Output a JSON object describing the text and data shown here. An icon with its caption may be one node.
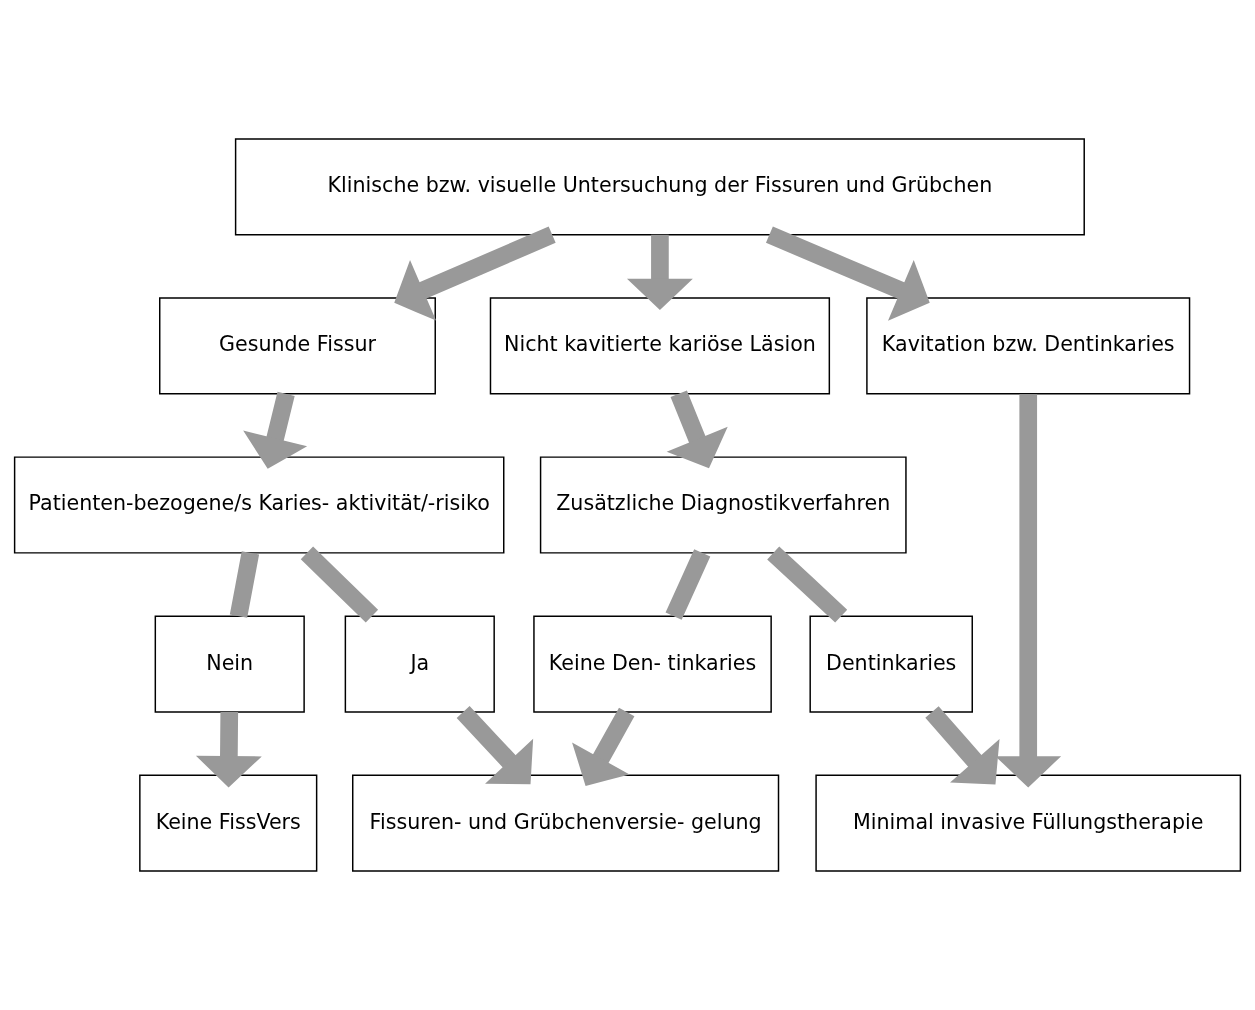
{
  "diagram": {
    "nodes": [
      {
        "text": [
          "Klinische bzw. visuelle Untersuchung der Fissuren und Grübchen"
        ]
      },
      {
        "text": [
          "Gesunde Fissur"
        ]
      },
      {
        "text": [
          "Nicht kavitierte kariöse Läsion"
        ]
      },
      {
        "text": [
          "Kavitation bzw. Dentinkaries"
        ]
      },
      {
        "text": [
          "Patienten-bezogene/s Karies- aktivität/-risiko"
        ]
      },
      {
        "text": [
          "Zusätzliche Diagnostikverfahren"
        ]
      },
      {
        "text": [
          "Nein"
        ]
      },
      {
        "text": [
          "Ja"
        ]
      },
      {
        "text": [
          "Keine Den- tinkaries"
        ]
      },
      {
        "text": [
          "Dentinkaries"
        ]
      },
      {
        "text": [
          "Keine FissVers"
        ]
      },
      {
        "text": [
          "Fissuren- und Grübchenversie- gelung"
        ]
      },
      {
        "text": [
          "Minimal invasive Füllungstherapie"
        ]
      }
    ],
    "edges": [
      {
        "from": 0,
        "to": 1,
        "arrow": "to"
      },
      {
        "from": 0,
        "to": 2,
        "arrow": "to"
      },
      {
        "from": 0,
        "to": 3,
        "arrow": "to"
      },
      {
        "from": 1,
        "to": 4,
        "arrow": "to"
      },
      {
        "from": 2,
        "to": 5,
        "arrow": "to"
      },
      {
        "from": 3,
        "to": 12,
        "arrow": "to"
      },
      {
        "from": 4,
        "to": 6,
        "arrow": "none"
      },
      {
        "from": 4,
        "to": 7,
        "arrow": "none"
      },
      {
        "from": 5,
        "to": 8,
        "arrow": "none"
      },
      {
        "from": 5,
        "to": 9,
        "arrow": "none"
      },
      {
        "from": 6,
        "to": 10,
        "arrow": "to"
      },
      {
        "from": 7,
        "to": 11,
        "arrow": "to"
      },
      {
        "from": 8,
        "to": 11,
        "arrow": "to"
      },
      {
        "from": 9,
        "to": 12,
        "arrow": "to"
      }
    ]
  }
}
